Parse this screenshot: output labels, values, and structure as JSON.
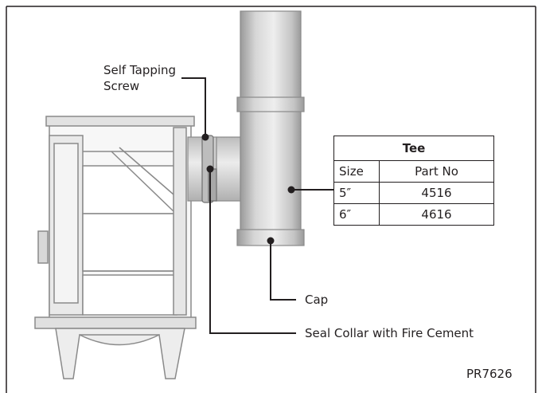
{
  "labels": {
    "screw_line1": "Self Tapping",
    "screw_line2": "Screw",
    "cap": "Cap",
    "seal_collar": "Seal Collar with Fire Cement",
    "ref_code": "PR7626"
  },
  "table": {
    "title": "Tee",
    "headers": {
      "size": "Size",
      "part": "Part No"
    },
    "rows": [
      {
        "size": "5″",
        "part": "4516"
      },
      {
        "size": "6″",
        "part": "4616"
      }
    ]
  },
  "colors": {
    "line": "#231f20",
    "pipe_light": "#e6e6e6",
    "pipe_mid": "#c8c8c8",
    "pipe_dark": "#9a9a9a",
    "stove_line": "#8a8a8a"
  }
}
